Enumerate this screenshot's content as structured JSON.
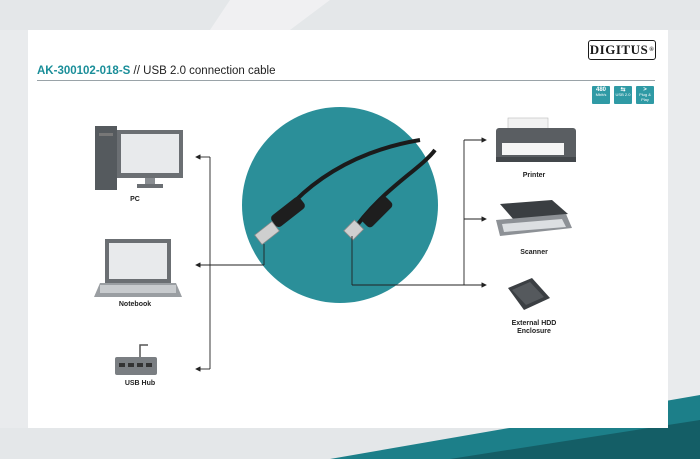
{
  "brand": {
    "name": "DIGITUS",
    "registered": "®"
  },
  "header": {
    "product_code": "AK-300102-018-S",
    "separator": "//",
    "product_title": "USB 2.0 connection cable"
  },
  "badges": [
    {
      "line1": "480",
      "line2": "Mbit/s",
      "icon": "speed-icon"
    },
    {
      "line1": "⇆",
      "line2": "USB 2.0",
      "icon": "usb-icon"
    },
    {
      "line1": ">",
      "line2": "Plug & Play",
      "icon": "plug-and-play-icon"
    }
  ],
  "left_devices": [
    {
      "label": "PC",
      "icon": "pc-icon"
    },
    {
      "label": "Notebook",
      "icon": "notebook-icon"
    },
    {
      "label": "USB Hub",
      "icon": "usb-hub-icon"
    }
  ],
  "right_devices": [
    {
      "label": "Printer",
      "icon": "printer-icon"
    },
    {
      "label": "Scanner",
      "icon": "scanner-icon"
    },
    {
      "label": "External HDD",
      "label2": "Enclosure",
      "icon": "hdd-enclosure-icon"
    }
  ],
  "colors": {
    "accent": "#1a8e99",
    "circle": "#2b8f99",
    "badge": "#2f9aa5"
  }
}
